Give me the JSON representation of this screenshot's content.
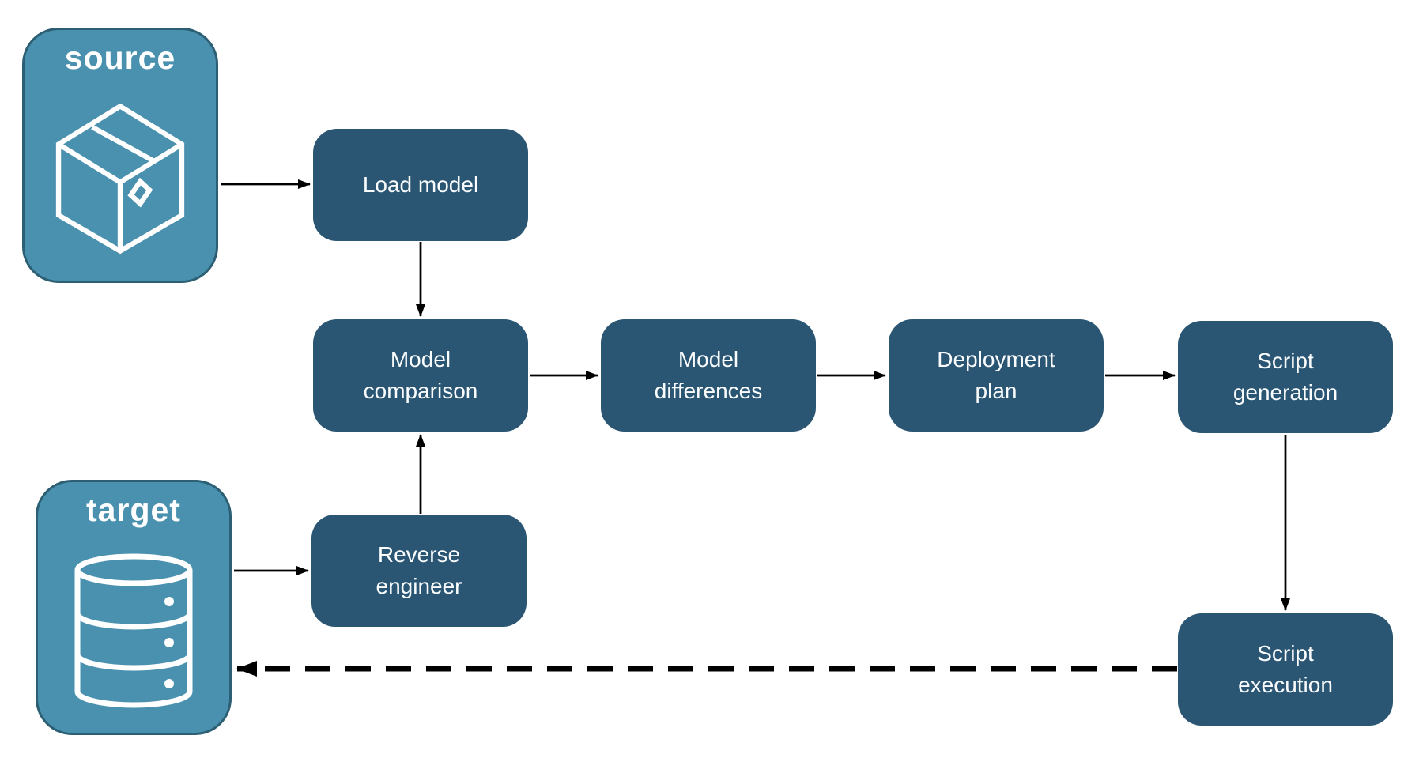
{
  "palette": {
    "node_fill": "#2A5674",
    "node_text": "#FFFFFF",
    "endpoint_fill": "#4991AE",
    "endpoint_border": "#2C5F73",
    "endpoint_text": "#FFFFFF",
    "arrow": "#000000",
    "background": "#FFFFFF"
  },
  "endpoints": {
    "source": {
      "label": "source",
      "icon": "package-icon"
    },
    "target": {
      "label": "target",
      "icon": "database-icon"
    }
  },
  "nodes": [
    {
      "id": "load-model",
      "label": "Load model"
    },
    {
      "id": "model-comparison",
      "label": "Model comparison"
    },
    {
      "id": "model-differences",
      "label": "Model differences"
    },
    {
      "id": "deployment-plan",
      "label": "Deployment plan"
    },
    {
      "id": "script-generation",
      "label": "Script generation"
    },
    {
      "id": "reverse-engineer",
      "label": "Reverse engineer"
    },
    {
      "id": "script-execution",
      "label": "Script execution"
    }
  ],
  "edges": [
    {
      "from": "source",
      "to": "load-model",
      "style": "solid"
    },
    {
      "from": "load-model",
      "to": "model-comparison",
      "style": "solid"
    },
    {
      "from": "model-comparison",
      "to": "model-differences",
      "style": "solid"
    },
    {
      "from": "model-differences",
      "to": "deployment-plan",
      "style": "solid"
    },
    {
      "from": "deployment-plan",
      "to": "script-generation",
      "style": "solid"
    },
    {
      "from": "script-generation",
      "to": "script-execution",
      "style": "solid"
    },
    {
      "from": "target",
      "to": "reverse-engineer",
      "style": "solid"
    },
    {
      "from": "reverse-engineer",
      "to": "model-comparison",
      "style": "solid"
    },
    {
      "from": "script-execution",
      "to": "target",
      "style": "dashed"
    }
  ]
}
